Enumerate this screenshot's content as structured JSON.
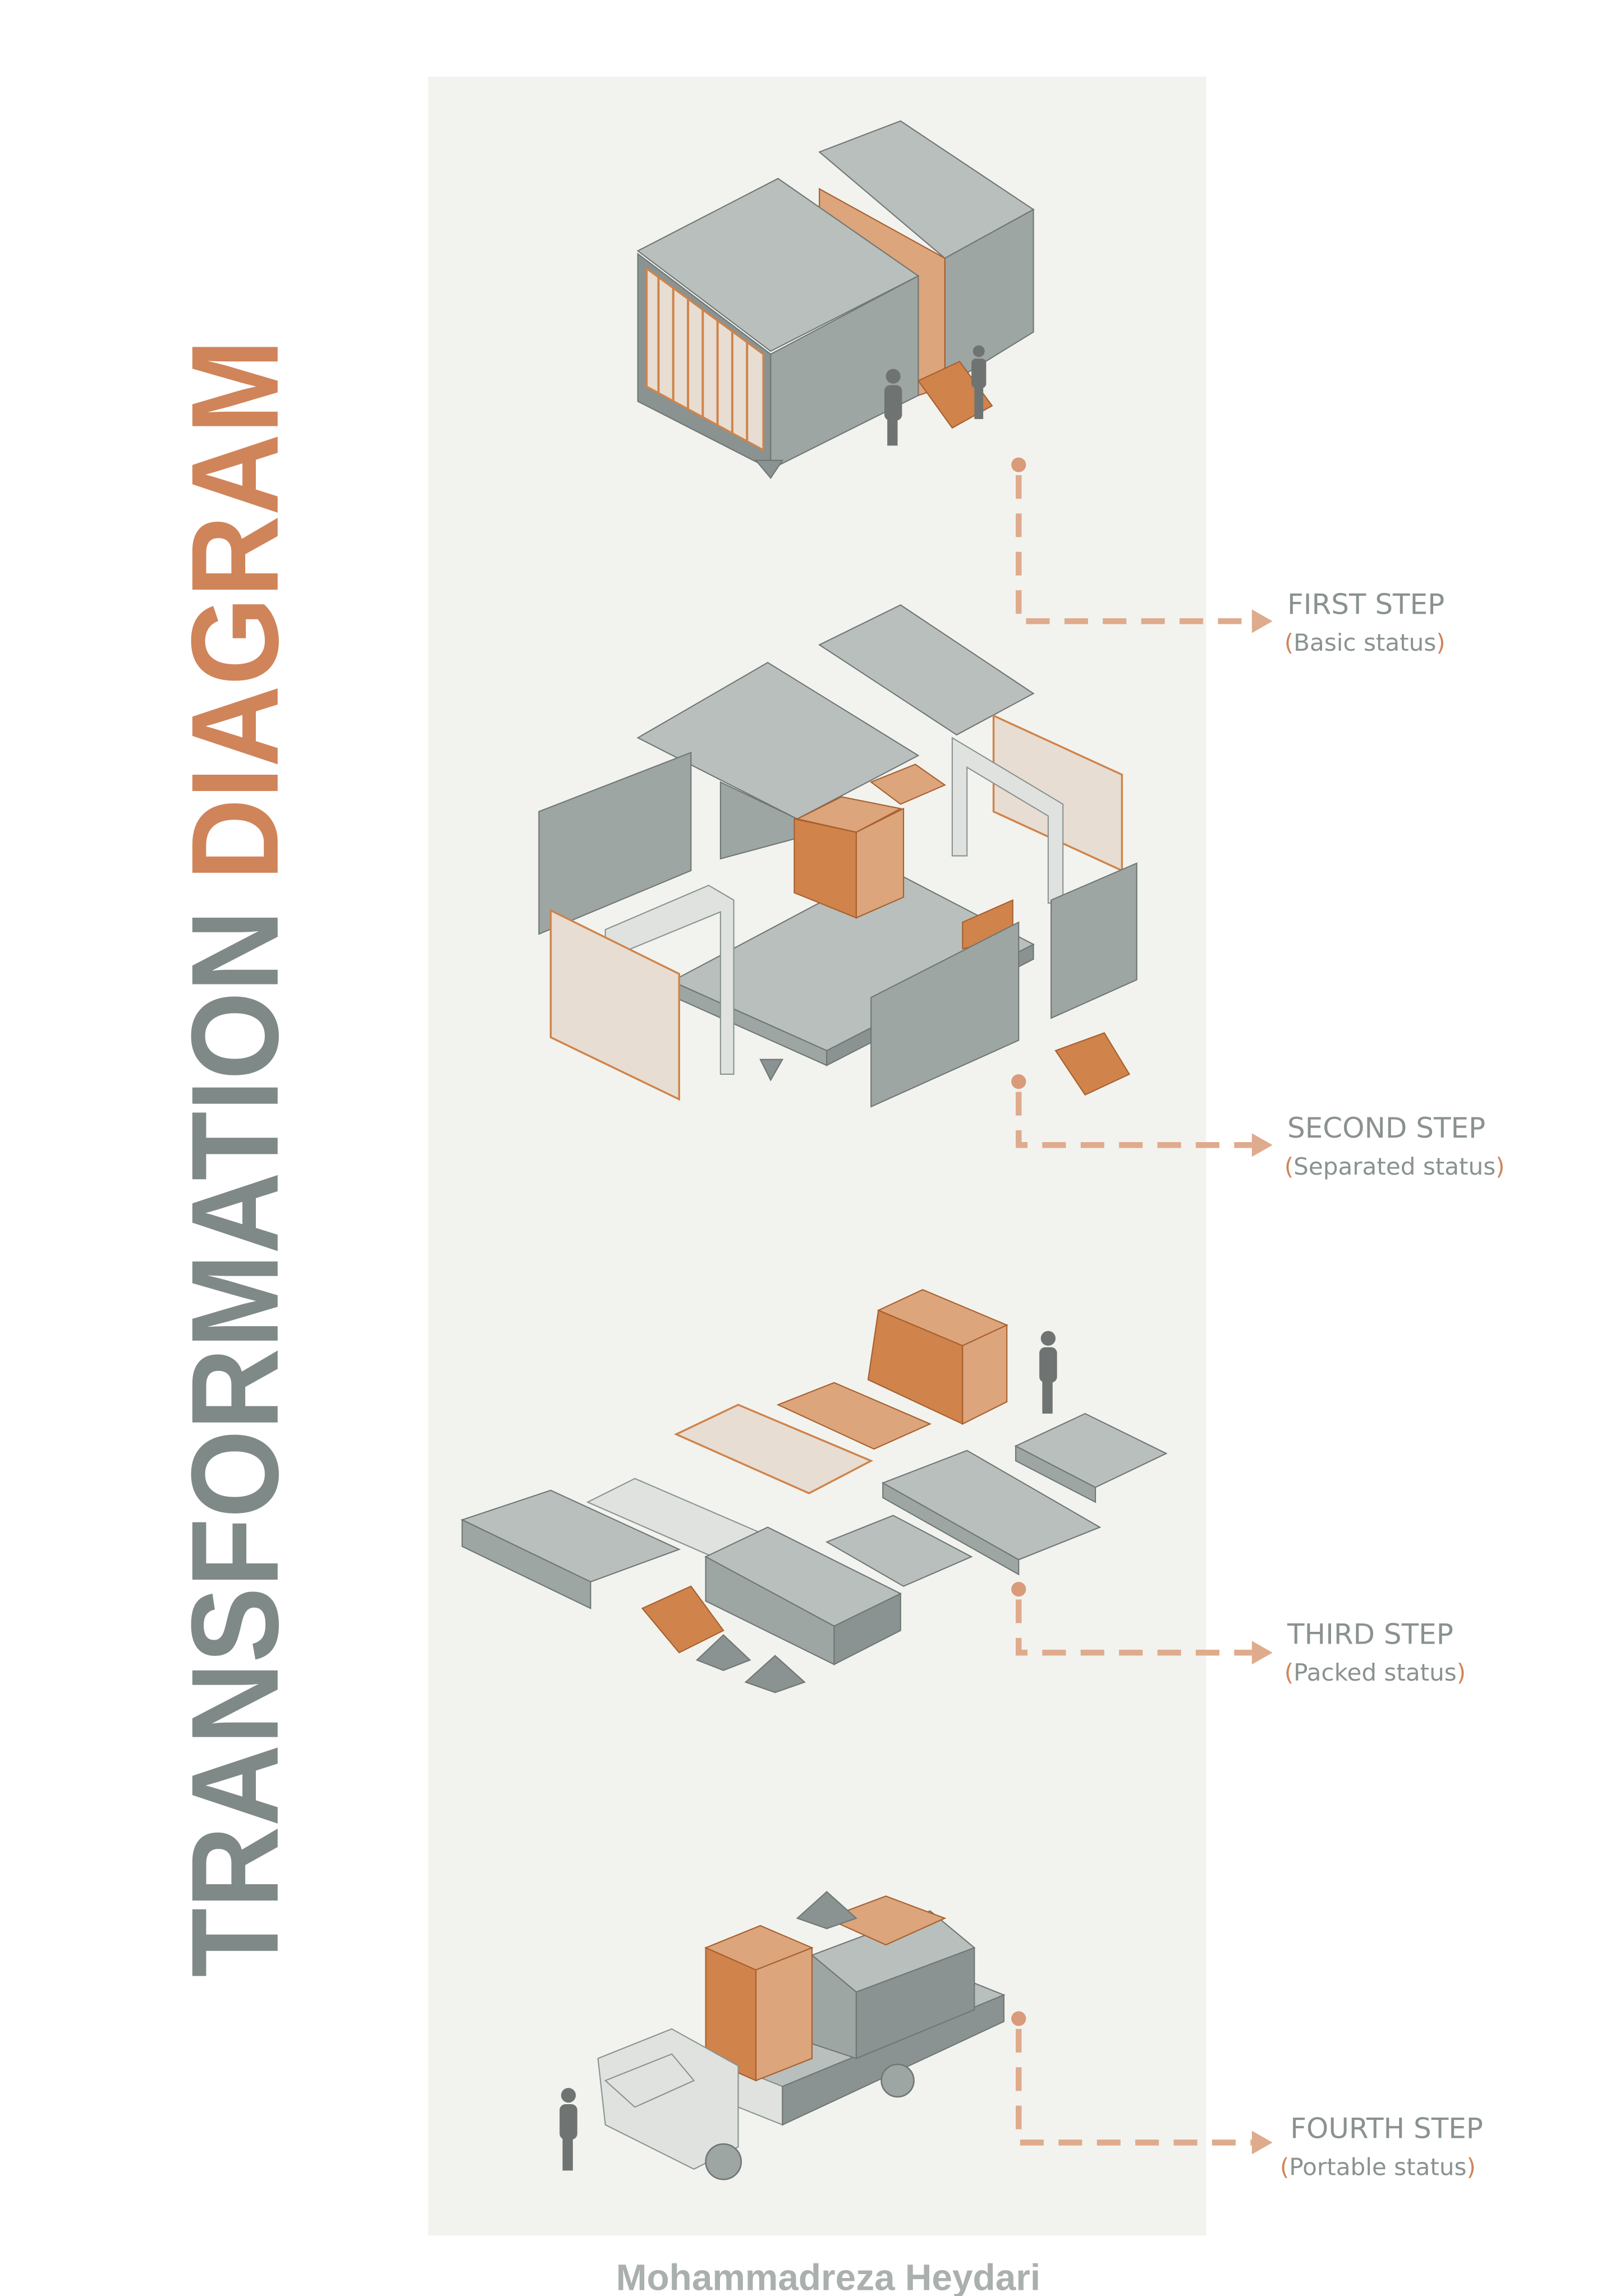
{
  "title": {
    "part1": "TRANSFORMATION",
    "part2": "DIAGRAM"
  },
  "steps": [
    {
      "label": "FIRST STEP",
      "status": "Basic status"
    },
    {
      "label": "SECOND STEP",
      "status": "Separated status"
    },
    {
      "label": "THIRD STEP",
      "status": "Packed status"
    },
    {
      "label": "FOURTH STEP",
      "status": "Portable status"
    }
  ],
  "author": "Mohammadreza Heydari",
  "colors": {
    "accent": "#d0834a",
    "grey": "#7f8987",
    "panel": "#f2f3ee",
    "connector": "#dfab8d"
  }
}
